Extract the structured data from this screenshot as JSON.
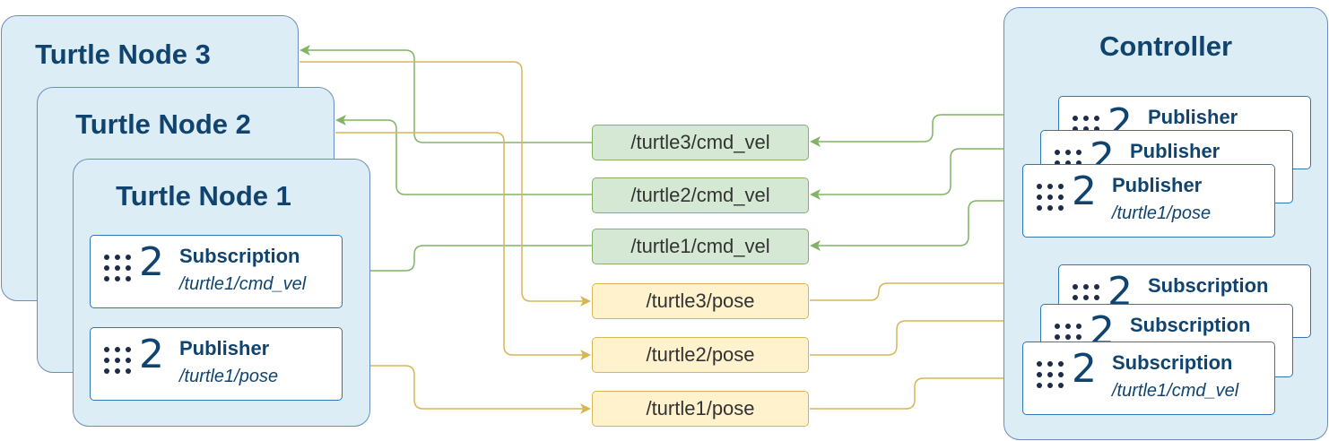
{
  "turtle_nodes": {
    "node3_title": "Turtle Node 3",
    "node2_title": "Turtle Node 2",
    "node1_title": "Turtle Node 1",
    "node1_subscription": {
      "count": "2",
      "kind": "Subscription",
      "topic": "/turtle1/cmd_vel"
    },
    "node1_publisher": {
      "count": "2",
      "kind": "Publisher",
      "topic": "/turtle1/pose"
    }
  },
  "topics": {
    "cmd_vel": [
      "/turtle3/cmd_vel",
      "/turtle2/cmd_vel",
      "/turtle1/cmd_vel"
    ],
    "pose": [
      "/turtle3/pose",
      "/turtle2/pose",
      "/turtle1/pose"
    ]
  },
  "controller": {
    "title": "Controller",
    "publishers": [
      {
        "count": "2",
        "kind": "Publisher"
      },
      {
        "count": "2",
        "kind": "Publisher"
      },
      {
        "count": "2",
        "kind": "Publisher",
        "topic": "/turtle1/pose"
      }
    ],
    "subscriptions": [
      {
        "count": "2",
        "kind": "Subscription"
      },
      {
        "count": "2",
        "kind": "Subscription"
      },
      {
        "count": "2",
        "kind": "Subscription",
        "topic": "/turtle1/cmd_vel"
      }
    ]
  },
  "colors": {
    "node_fill": "#dcedf5",
    "node_border": "#6b8ebf",
    "title_text": "#10446e",
    "cmd_vel_fill": "#d5e8d4",
    "cmd_vel_line": "#82b366",
    "pose_fill": "#fff2cc",
    "pose_line": "#d6b656"
  },
  "icons": {
    "card_icon": "grid-dots-icon"
  }
}
